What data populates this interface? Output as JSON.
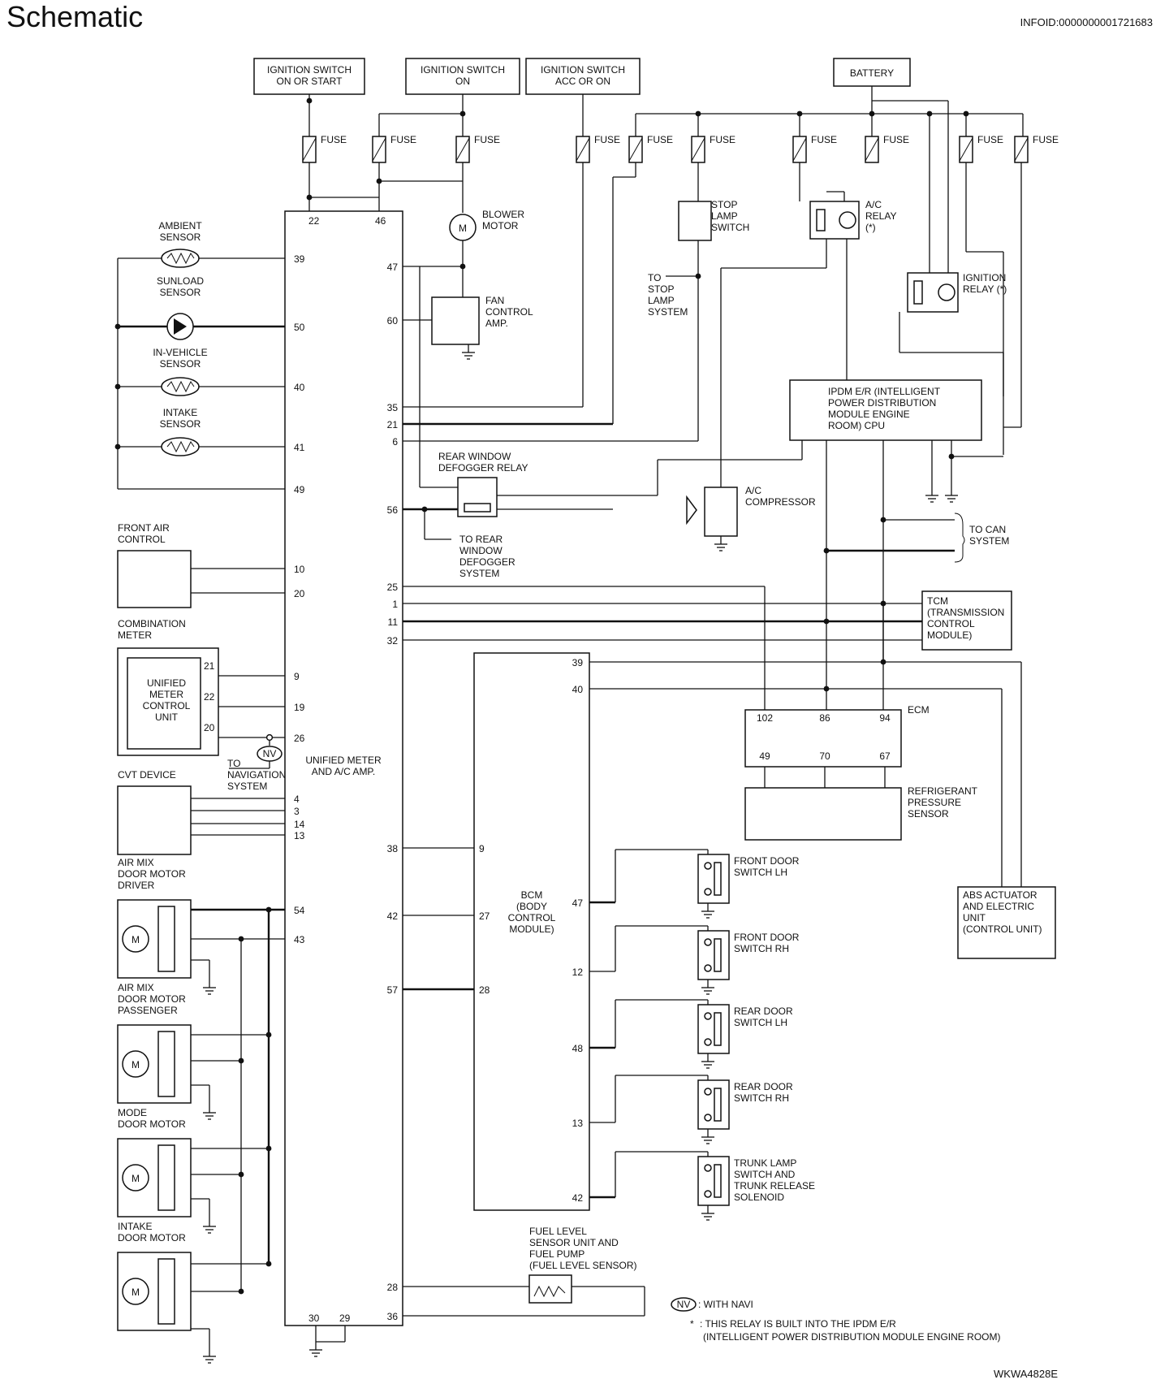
{
  "header": {
    "title": "Schematic",
    "info_id": "INFOID:0000000001721683"
  },
  "footer": {
    "figure_id": "WKWA4828E"
  },
  "power_sources": {
    "ign_on_start": [
      "IGNITION SWITCH",
      "ON OR START"
    ],
    "ign_on": [
      "IGNITION SWITCH",
      "ON"
    ],
    "ign_acc_on": [
      "IGNITION SWITCH",
      "ACC OR ON"
    ],
    "battery": "BATTERY"
  },
  "fuse_label": "FUSE",
  "components": {
    "ambient_sensor": [
      "AMBIENT",
      "SENSOR"
    ],
    "sunload_sensor": [
      "SUNLOAD",
      "SENSOR"
    ],
    "in_vehicle_sensor": [
      "IN-VEHICLE",
      "SENSOR"
    ],
    "intake_sensor": [
      "INTAKE",
      "SENSOR"
    ],
    "blower_motor": [
      "BLOWER",
      "MOTOR"
    ],
    "fan_control_amp": [
      "FAN",
      "CONTROL",
      "AMP."
    ],
    "stop_lamp_switch": [
      "STOP",
      "LAMP",
      "SWITCH"
    ],
    "to_stop_lamp": [
      "TO",
      "STOP",
      "LAMP",
      "SYSTEM"
    ],
    "ac_relay": [
      "A/C",
      "RELAY",
      "(*)"
    ],
    "ignition_relay": [
      "IGNITION",
      "RELAY (*)"
    ],
    "ipdm": [
      "IPDM E/R (INTELLIGENT",
      "POWER DISTRIBUTION",
      "MODULE ENGINE",
      "ROOM) CPU"
    ],
    "rear_defogger_relay": [
      "REAR WINDOW",
      "DEFOGGER RELAY"
    ],
    "to_rear_defogger": [
      "TO REAR",
      "WINDOW",
      "DEFOGGER",
      "SYSTEM"
    ],
    "ac_compressor": [
      "A/C",
      "COMPRESSOR"
    ],
    "to_can": [
      "TO CAN",
      "SYSTEM"
    ],
    "front_air_control": [
      "FRONT AIR",
      "CONTROL"
    ],
    "combination_meter": [
      "COMBINATION",
      "METER"
    ],
    "unified_meter_cu": [
      "UNIFIED",
      "METER",
      "CONTROL",
      "UNIT"
    ],
    "to_navigation": [
      "TO",
      "NAVIGATION",
      "SYSTEM"
    ],
    "nv_symbol": "NV",
    "main_unit": [
      "UNIFIED METER",
      "AND A/C AMP."
    ],
    "tcm": [
      "TCM",
      "(TRANSMISSION",
      "CONTROL",
      "MODULE)"
    ],
    "ecm": "ECM",
    "refrigerant_sensor": [
      "REFRIGERANT",
      "PRESSURE",
      "SENSOR"
    ],
    "cvt_device": "CVT DEVICE",
    "bcm": [
      "BCM",
      "(BODY",
      "CONTROL",
      "MODULE)"
    ],
    "abs": [
      "ABS ACTUATOR",
      "AND ELECTRIC",
      "UNIT",
      "(CONTROL UNIT)"
    ],
    "front_door_lh": [
      "FRONT DOOR",
      "SWITCH LH"
    ],
    "front_door_rh": [
      "FRONT DOOR",
      "SWITCH RH"
    ],
    "rear_door_lh": [
      "REAR DOOR",
      "SWITCH LH"
    ],
    "rear_door_rh": [
      "REAR DOOR",
      "SWITCH RH"
    ],
    "trunk_lamp": [
      "TRUNK LAMP",
      "SWITCH AND",
      "TRUNK RELEASE",
      "SOLENOID"
    ],
    "air_mix_driver": [
      "AIR MIX",
      "DOOR MOTOR",
      "DRIVER"
    ],
    "air_mix_passenger": [
      "AIR MIX",
      "DOOR MOTOR",
      "PASSENGER"
    ],
    "mode_door": [
      "MODE",
      "DOOR MOTOR"
    ],
    "intake_door": [
      "INTAKE",
      "DOOR MOTOR"
    ],
    "fuel_level": [
      "FUEL LEVEL",
      "SENSOR UNIT AND",
      "FUEL PUMP",
      "(FUEL LEVEL SENSOR)"
    ],
    "motor_letter": "M"
  },
  "notes": {
    "nv_note": ": WITH NAVI",
    "relay_note": [
      ": THIS RELAY IS BUILT INTO THE IPDM E/R",
      "(INTELLIGENT POWER DISTRIBUTION MODULE ENGINE ROOM)"
    ],
    "asterisk": "*"
  },
  "pins": {
    "main_top": [
      "22",
      "46"
    ],
    "main_left": [
      "39",
      "50",
      "40",
      "41",
      "49",
      "10",
      "20",
      "9",
      "19",
      "26",
      "4",
      "3",
      "14",
      "13",
      "54",
      "43"
    ],
    "main_right": [
      "47",
      "60",
      "35",
      "21",
      "6",
      "56",
      "25",
      "1",
      "11",
      "32",
      "38",
      "42",
      "57",
      "28",
      "36"
    ],
    "main_bottom": [
      "30",
      "29"
    ],
    "meter": [
      "21",
      "22",
      "20"
    ],
    "bcm_left": [
      "9",
      "27",
      "28"
    ],
    "bcm_right": [
      "39",
      "40",
      "47",
      "12",
      "48",
      "13",
      "42"
    ],
    "ecm_top": [
      "102",
      "86",
      "94"
    ],
    "ecm_bottom": [
      "49",
      "70",
      "67"
    ]
  }
}
